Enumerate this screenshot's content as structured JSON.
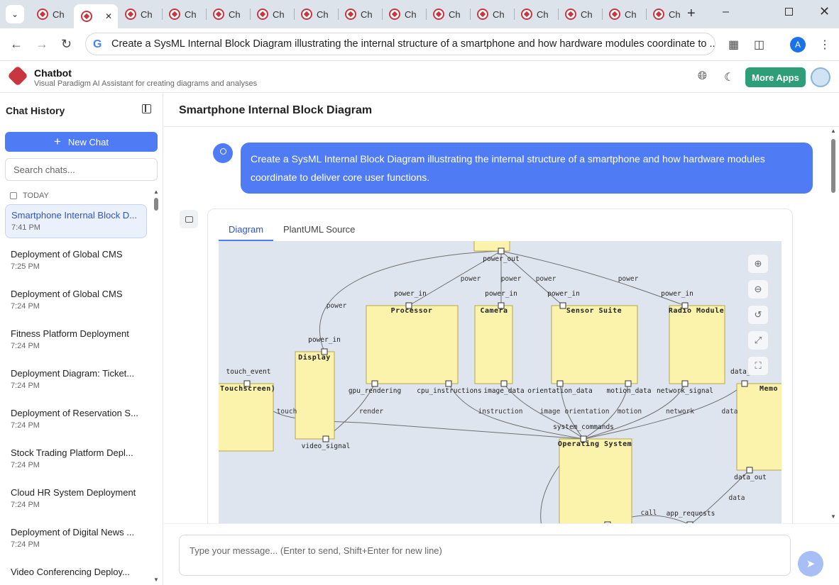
{
  "browser": {
    "tabs": [
      {
        "label": "Ch",
        "active": false
      },
      {
        "label": "",
        "active": true
      },
      {
        "label": "Ch",
        "active": false
      },
      {
        "label": "Ch",
        "active": false
      },
      {
        "label": "Ch",
        "active": false
      },
      {
        "label": "Ch",
        "active": false
      },
      {
        "label": "Ch",
        "active": false
      },
      {
        "label": "Ch",
        "active": false
      },
      {
        "label": "Ch",
        "active": false
      },
      {
        "label": "Ch",
        "active": false
      },
      {
        "label": "Ch",
        "active": false
      },
      {
        "label": "Ch",
        "active": false
      },
      {
        "label": "Ch",
        "active": false
      },
      {
        "label": "Ch",
        "active": false
      },
      {
        "label": "Ch",
        "active": false
      }
    ],
    "address": "Create a SysML Internal Block Diagram illustrating the internal structure of a smartphone and how hardware modules coordinate to ...",
    "profile_initial": "A"
  },
  "app": {
    "title": "Chatbot",
    "subtitle": "Visual Paradigm AI Assistant for creating diagrams and analyses",
    "more_apps": "More Apps"
  },
  "sidebar": {
    "title": "Chat History",
    "new_chat": "New Chat",
    "search_placeholder": "Search chats...",
    "group": "TODAY",
    "items": [
      {
        "title": "Smartphone Internal Block D...",
        "time": "7:41 PM"
      },
      {
        "title": "Deployment of Global CMS",
        "time": "7:25 PM"
      },
      {
        "title": "Deployment of Global CMS",
        "time": "7:24 PM"
      },
      {
        "title": "Fitness Platform Deployment",
        "time": "7:24 PM"
      },
      {
        "title": "Deployment Diagram: Ticket...",
        "time": "7:24 PM"
      },
      {
        "title": "Deployment of Reservation S...",
        "time": "7:24 PM"
      },
      {
        "title": "Stock Trading Platform Depl...",
        "time": "7:24 PM"
      },
      {
        "title": "Cloud HR System Deployment",
        "time": "7:24 PM"
      },
      {
        "title": "Deployment of Digital News ...",
        "time": "7:24 PM"
      },
      {
        "title": "Video Conferencing Deploy...",
        "time": ""
      }
    ]
  },
  "main": {
    "title": "Smartphone Internal Block Diagram",
    "user_message": "Create a SysML Internal Block Diagram illustrating the internal structure of a smartphone and how hardware modules coordinate to deliver core user functions.",
    "tabs": {
      "diagram": "Diagram",
      "source": "PlantUML Source"
    },
    "input_placeholder": "Type your message... (Enter to send, Shift+Enter for new line)"
  },
  "diagram": {
    "blocks": {
      "processor": "Processor",
      "camera": "Camera",
      "sensor": "Sensor Suite",
      "radio": "Radio Module",
      "display": "Display",
      "touch": "Touchscreen)",
      "os": "Operating System",
      "memory": "Memo"
    },
    "ports": {
      "power_out": "power_out",
      "proc_power_in": "power_in",
      "cam_power_in": "power_in",
      "sensor_power_in": "power_in",
      "radio_power_in": "power_in",
      "display_power_in": "power_in",
      "touch_event": "touch_event",
      "gpu_rendering": "gpu_rendering",
      "cpu_instructions": "cpu_instructions",
      "image_data": "image_data",
      "orientation_data": "orientation_data",
      "motion_data": "motion_data",
      "network_signal": "network_signal",
      "data_in": "data_in",
      "video_signal": "video_signal",
      "system_commands": "system_commands",
      "data_out": "data_out",
      "app_requests": "app_requests"
    },
    "flows": {
      "power1": "power",
      "power2": "power",
      "power3": "power",
      "power4": "power",
      "power5": "power",
      "touch": "touch",
      "render": "render",
      "instruction": "instruction",
      "image": "image",
      "orientation": "orientation",
      "motion": "motion",
      "network": "network",
      "data1": "data",
      "data2": "data",
      "call": "call"
    }
  }
}
